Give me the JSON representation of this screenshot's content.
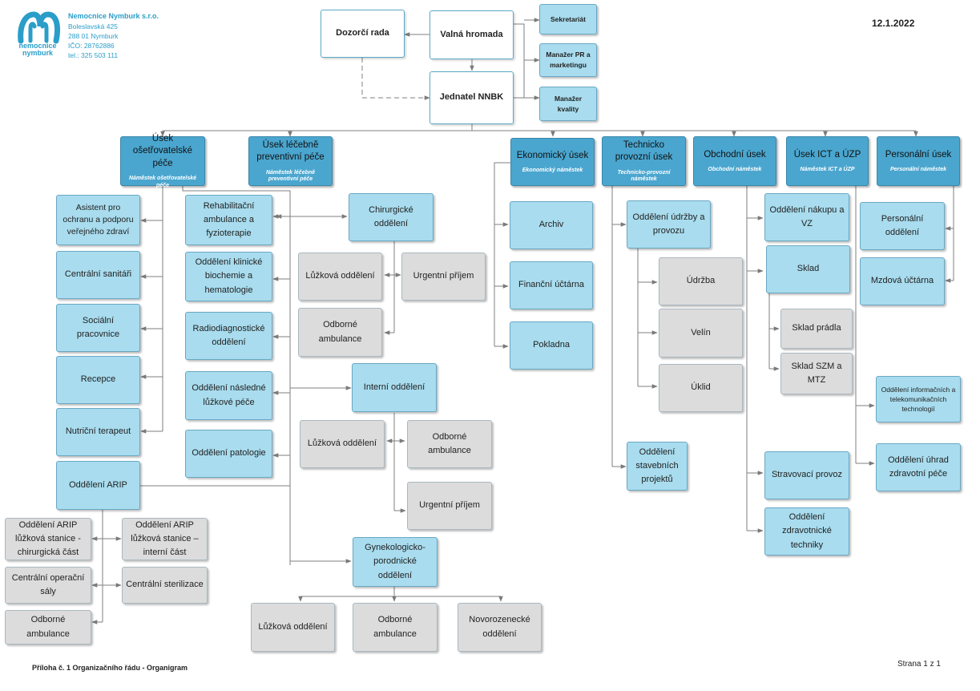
{
  "header": {
    "logo_text": "nemocnice nymburk",
    "company_name": "Nemocnice Nymburk s.r.o.",
    "address_street": "Boleslavská 425",
    "address_city": "288 01 Nymburk",
    "ico": "IČO: 28762886",
    "phone": "tel.: 325 503 111",
    "date": "12.1.2022"
  },
  "footer": {
    "caption": "Příloha č. 1 Organizačního řádu - Organigram",
    "page": "Strana 1 z 1"
  },
  "top": {
    "valna": "Valná hromada",
    "dozorci": "Dozorčí rada",
    "jednatel": "Jednatel NNBK",
    "sekretariat": "Sekretariát",
    "manazer_pr": "Manažer PR a marketingu",
    "manazer_kvality": "Manažer kvality"
  },
  "divisions": {
    "osetrovatelske": {
      "title": "Úsek ošetřovatelské péče",
      "sub": "Náměstek ošetřovatelské péče"
    },
    "lecebne": {
      "title": "Úsek léčebně preventivní péče",
      "sub": "Náměstek léčebně preventivní péče"
    },
    "ekonomicky": {
      "title": "Ekonomický úsek",
      "sub": "Ekonomický náměstek"
    },
    "technicko": {
      "title": "Technicko provozní úsek",
      "sub": "Technicko-provozní náměstek"
    },
    "obchodni": {
      "title": "Obchodní úsek",
      "sub": "Obchodní náměstek"
    },
    "ict": {
      "title": "Úsek ICT a ÚZP",
      "sub": "Náměstek ICT a ÚZP"
    },
    "personalni": {
      "title": "Personální úsek",
      "sub": "Personální náměstek"
    }
  },
  "osetrovatelske_units": {
    "asistent": "Asistent pro ochranu a podporu veřejného zdraví",
    "centralni_sanitari": "Centrální sanitáři",
    "socialni": "Sociální pracovnice",
    "recepce": "Recepce",
    "nutricni": "Nutriční terapeut"
  },
  "arip": {
    "main": "Oddělení ARIP",
    "chir": "Oddělení ARIP lůžková stanice - chirurgická část",
    "int": "Oddělení ARIP lůžková stanice – interní část",
    "saly": "Centrální operační sály",
    "sterilizace": "Centrální sterilizace",
    "ambulance": "Odborné ambulance"
  },
  "lecebne_units": {
    "rehab": "Rehabilitační ambulance a fyzioterapie",
    "biochemie": "Oddělení klinické biochemie a hematologie",
    "radio": "Radiodiagnostické oddělení",
    "nasledne": "Oddělení následné lůžkové péče",
    "patologie": "Oddělení patologie"
  },
  "chirurgicke": {
    "main": "Chirurgické oddělení",
    "luzkova": "Lůžková oddělení",
    "urgentni": "Urgentní příjem",
    "ambulance": "Odborné ambulance"
  },
  "interni": {
    "main": "Interní oddělení",
    "luzkova": "Lůžková oddělení",
    "ambulance": "Odborné ambulance",
    "urgentni": "Urgentní příjem"
  },
  "gyn": {
    "main": "Gynekologicko-porodnické oddělení",
    "luzkova": "Lůžková oddělení",
    "ambulance": "Odborné ambulance",
    "novorozenecke": "Novorozenecké oddělení"
  },
  "ekonomicky_units": {
    "archiv": "Archiv",
    "financni": "Finanční účtárna",
    "pokladna": "Pokladna"
  },
  "technicko_units": {
    "udrzba_odd": "Oddělení údržby a provozu",
    "udrzba": "Údržba",
    "velin": "Velín",
    "uklid": "Úklid",
    "stavebni": "Oddělení stavebních projektů"
  },
  "obchodni_units": {
    "nakup": "Oddělení nákupu a VZ",
    "sklad": "Sklad",
    "sklad_pradla": "Sklad prádla",
    "sklad_szm": "Sklad SZM a MTZ",
    "stravovaci": "Stravovací provoz",
    "zdravotnicke": "Oddělení zdravotnické techniky"
  },
  "ict_units": {
    "informacni": "Oddělení informačních a telekomunikačních technologií",
    "uhrad": "Oddělení úhrad zdravotní péče"
  },
  "personalni_units": {
    "personalni_odd": "Personální oddělení",
    "mzdova": "Mzdová účtárna"
  },
  "colors": {
    "light_box": "#a8dcee",
    "gray_box": "#dcdcdc",
    "dark_box": "#4aa6cf",
    "brand": "#2a9ec9",
    "connector": "#808080"
  }
}
